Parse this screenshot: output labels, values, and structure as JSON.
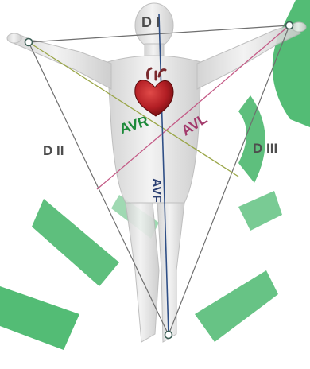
{
  "diagram": {
    "labels": {
      "lead_i": "D I",
      "lead_ii": "D II",
      "lead_iii": "D III",
      "avr": "AVR",
      "avl": "AVL",
      "avf": "AVF"
    },
    "colors": {
      "background": "#ffffff",
      "watermark": "#1ea64a",
      "triangle_line": "#6f6f6f",
      "avr_axis": "#9aa648",
      "avl_axis": "#c45a86",
      "avf_axis": "#2f4f86",
      "avr_text": "#1d8a3a",
      "avl_text": "#a33a6c",
      "avf_text": "#2b3f72",
      "lead_text": "#4d4d4d",
      "body_fill": "#d9d9d9",
      "heart": "#b21e24"
    },
    "icons": {
      "heart": "heart-icon",
      "electrode": "electrode-icon"
    }
  }
}
